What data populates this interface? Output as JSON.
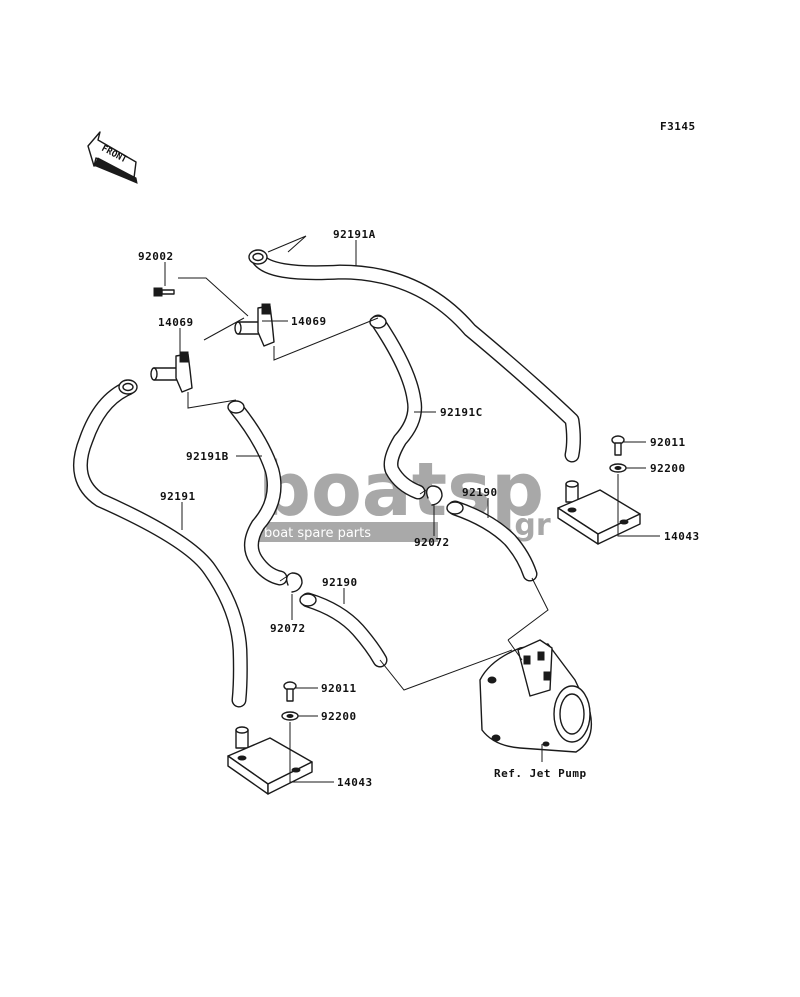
{
  "figure_code": "F3145",
  "front_marker": "FRONT",
  "reference_label": "Ref. Jet Pump",
  "watermark": {
    "brand": "boatsp",
    "domain": ".gr",
    "tagline": "boat spare parts"
  },
  "callouts": [
    {
      "id": "c-92191A",
      "part_no": "92191A"
    },
    {
      "id": "c-92002",
      "part_no": "92002"
    },
    {
      "id": "c-14069-left",
      "part_no": "14069"
    },
    {
      "id": "c-14069-right",
      "part_no": "14069"
    },
    {
      "id": "c-92191C",
      "part_no": "92191C"
    },
    {
      "id": "c-92191B",
      "part_no": "92191B"
    },
    {
      "id": "c-92191",
      "part_no": "92191"
    },
    {
      "id": "c-92011-top",
      "part_no": "92011"
    },
    {
      "id": "c-92200-top",
      "part_no": "92200"
    },
    {
      "id": "c-14043-top",
      "part_no": "14043"
    },
    {
      "id": "c-92190-top",
      "part_no": "92190"
    },
    {
      "id": "c-92072-top",
      "part_no": "92072"
    },
    {
      "id": "c-92190-bottom",
      "part_no": "92190"
    },
    {
      "id": "c-92072-bottom",
      "part_no": "92072"
    },
    {
      "id": "c-92011-bottom",
      "part_no": "92011"
    },
    {
      "id": "c-92200-bottom",
      "part_no": "92200"
    },
    {
      "id": "c-14043-bottom",
      "part_no": "14043"
    }
  ]
}
